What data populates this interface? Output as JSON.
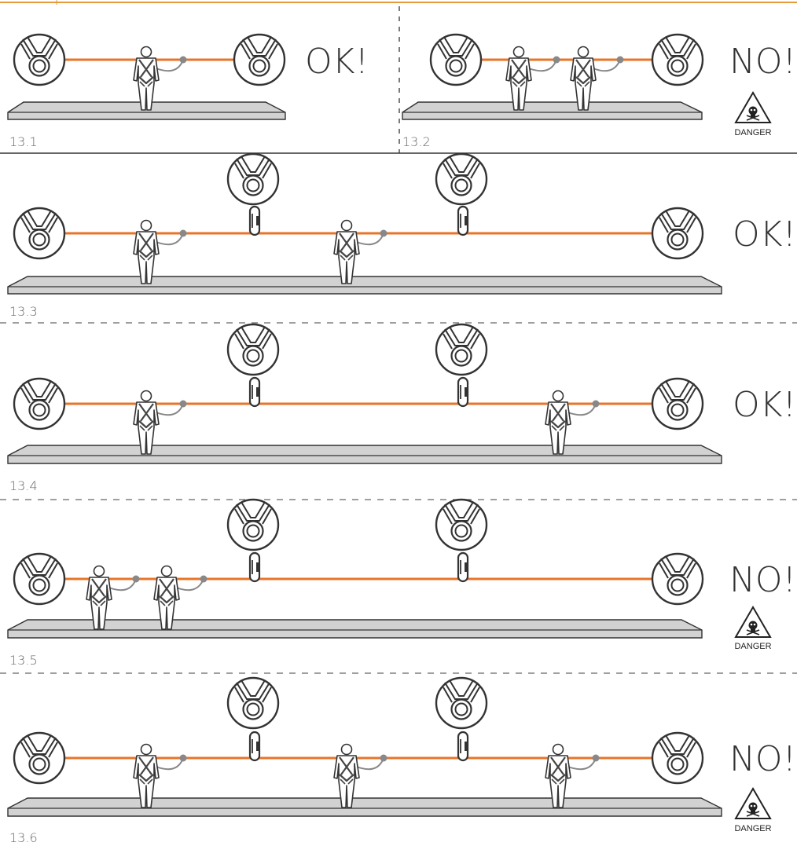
{
  "colors": {
    "rope": "#e8742a",
    "outline": "#333333",
    "platform_fill": "#cfcfcf",
    "lanyard": "#888888",
    "divider_top": "#e69a3c"
  },
  "icons": {
    "anchor": "anchor-ring-icon",
    "connector": "carabiner-icon",
    "worker": "harnessed-worker-icon",
    "warning": "skull-warning-triangle-icon"
  },
  "panels": [
    {
      "id": "13.1",
      "label": "13.1",
      "verdict": "OK!",
      "danger": false,
      "danger_label": ""
    },
    {
      "id": "13.2",
      "label": "13.2",
      "verdict": "NO!",
      "danger": true,
      "danger_label": "DANGER"
    },
    {
      "id": "13.3",
      "label": "13.3",
      "verdict": "OK!",
      "danger": false,
      "danger_label": ""
    },
    {
      "id": "13.4",
      "label": "13.4",
      "verdict": "OK!",
      "danger": false,
      "danger_label": ""
    },
    {
      "id": "13.5",
      "label": "13.5",
      "verdict": "NO!",
      "danger": true,
      "danger_label": "DANGER"
    },
    {
      "id": "13.6",
      "label": "13.6",
      "verdict": "NO!",
      "danger": true,
      "danger_label": "DANGER"
    }
  ]
}
